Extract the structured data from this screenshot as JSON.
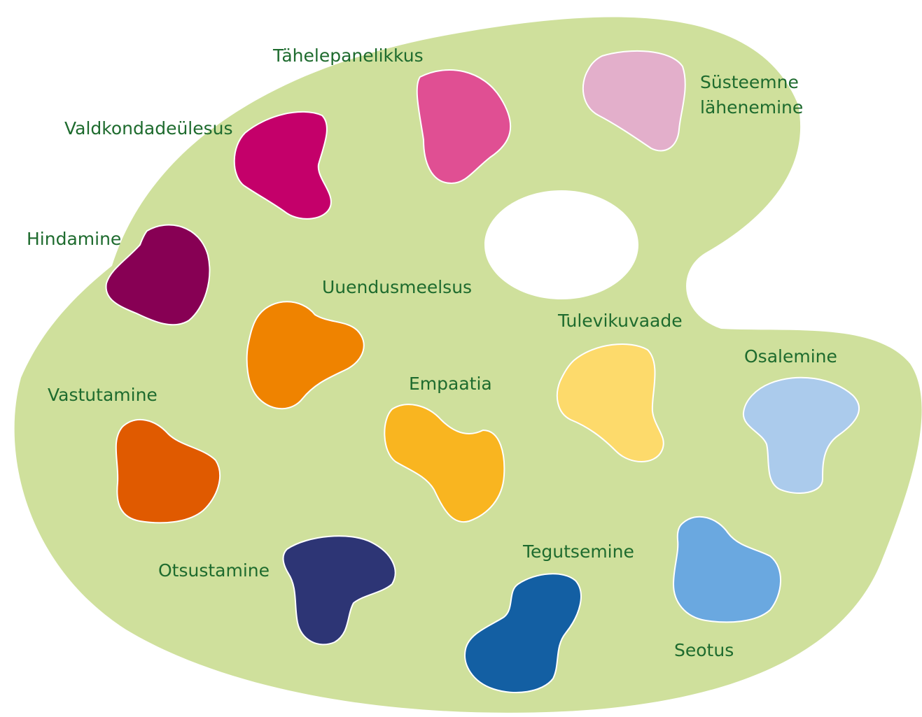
{
  "palette": {
    "background_color": "#cfe09c",
    "label_color": "#1e6b2e",
    "hole_color": "#ffffff"
  },
  "labels": {
    "tahelepanelikkus": "Tähelepanelikkus",
    "systeemne_line1": "Süsteemne",
    "systeemne_line2": "lähenemine",
    "valdkondadeulesus": "Valdkondadeülesus",
    "hindamine": "Hindamine",
    "uuendusmeelsus": "Uuendusmeelsus",
    "tulevikuvaade": "Tulevikuvaade",
    "osalemine": "Osalemine",
    "vastutamine": "Vastutamine",
    "empaatia": "Empaatia",
    "otsustamine": "Otsustamine",
    "tegutsemine": "Tegutsemine",
    "seotus": "Seotus"
  },
  "blob_colors": {
    "tahelepanelikkus": "#e04f93",
    "systeemne": "#e3afcb",
    "valdkondadeulesus": "#c4006a",
    "hindamine": "#870054",
    "uuendusmeelsus": "#ef8300",
    "tulevikuvaade": "#fdda6b",
    "osalemine": "#abcbec",
    "vastutamine": "#e05a00",
    "empaatia": "#f9b520",
    "otsustamine": "#2d3575",
    "tegutsemine": "#135fa3",
    "seotus": "#6aa8e0"
  }
}
